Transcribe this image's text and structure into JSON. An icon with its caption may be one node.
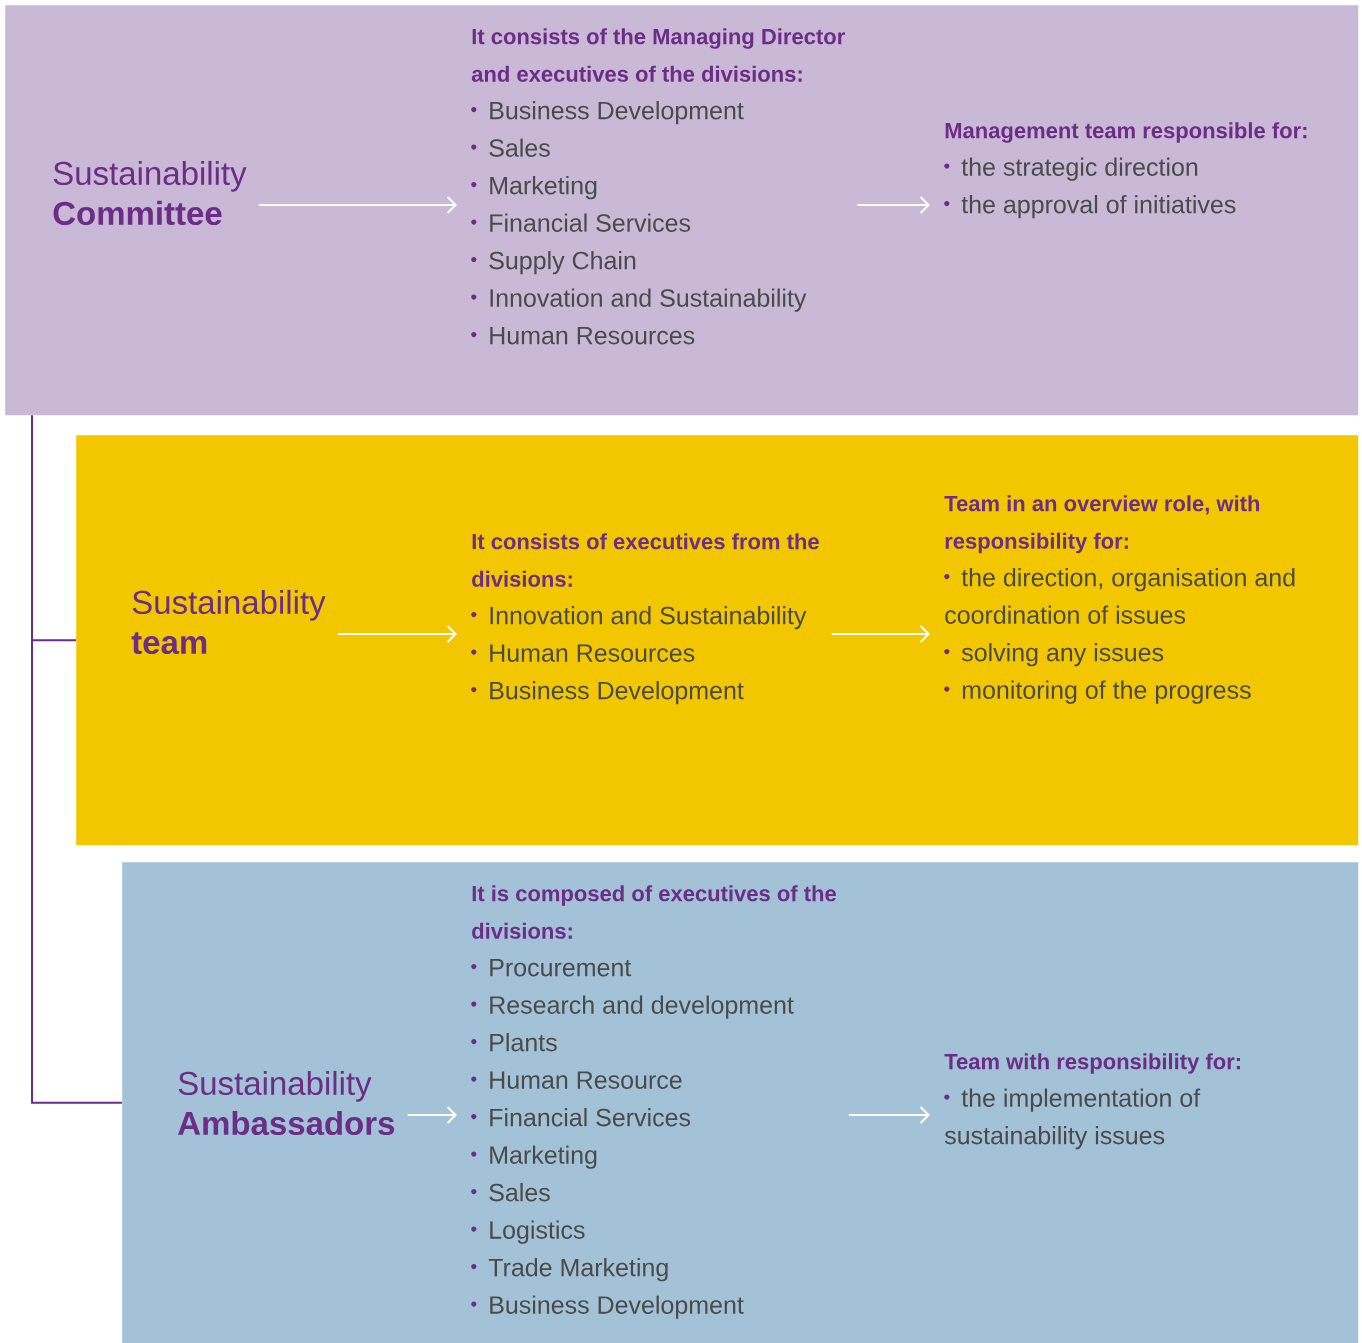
{
  "diagram": {
    "nodes": [
      {
        "text": [],
        "shape": "box"
      },
      {
        "text": [
          "Sustainability **Committee**"
        ],
        "in": 0
      },
      {
        "text": [
          "It consists of the Managing Director and executives of the divisions:",
          "Business Development",
          "Sales",
          "Marketing",
          "Financial Services",
          "Supply Chain",
          "Innovation and Sustainability",
          "Human Resources"
        ],
        "in": 0
      },
      {
        "text": [
          "Management team responsible for:",
          "the strategic direction",
          "the approval of initiatives"
        ],
        "in": 0
      },
      {
        "text": [],
        "shape": "box"
      },
      {
        "text": [
          "Sustainability **team**"
        ],
        "in": 4
      },
      {
        "text": [
          "It consists of executives from the divisions:",
          "Innovation and Sustainability",
          "Human Resources",
          "Business Development"
        ],
        "in": 4
      },
      {
        "text": [
          "Team in an overview role, with responsibility for:",
          "the direction, organisation and coordination of issues",
          "solving any issues",
          "monitoring of the progress"
        ],
        "in": 4
      },
      {
        "text": [],
        "shape": "box"
      },
      {
        "text": [
          "Sustainability **Ambassadors**"
        ],
        "in": 8
      },
      {
        "text": [
          "It is composed of executives of the divisions:",
          "Procurement",
          "Research and development",
          "Plants",
          "Human Resource",
          "Financial Services",
          "Marketing",
          "Sales",
          "Logistics",
          "Trade Marketing",
          "Business Development"
        ],
        "in": 8
      },
      {
        "text": [
          "Team with responsibility for:",
          "the implementation of sustainability issues"
        ],
        "in": 8
      }
    ],
    "edges": [
      {
        "from": 1,
        "to": 2,
        "arrow": "to"
      },
      {
        "from": 2,
        "to": 3,
        "arrow": "to"
      },
      {
        "from": 5,
        "to": 6,
        "arrow": "to"
      },
      {
        "from": 6,
        "to": 7,
        "arrow": "to"
      },
      {
        "from": 9,
        "to": 10,
        "arrow": "to"
      },
      {
        "from": 10,
        "to": 11,
        "arrow": "to"
      },
      {
        "from": 0,
        "to": 4,
        "arrow": "none",
        "color": "#6b2d86"
      },
      {
        "from": 0,
        "to": 8,
        "arrow": "none",
        "color": "#6b2d86"
      }
    ]
  }
}
